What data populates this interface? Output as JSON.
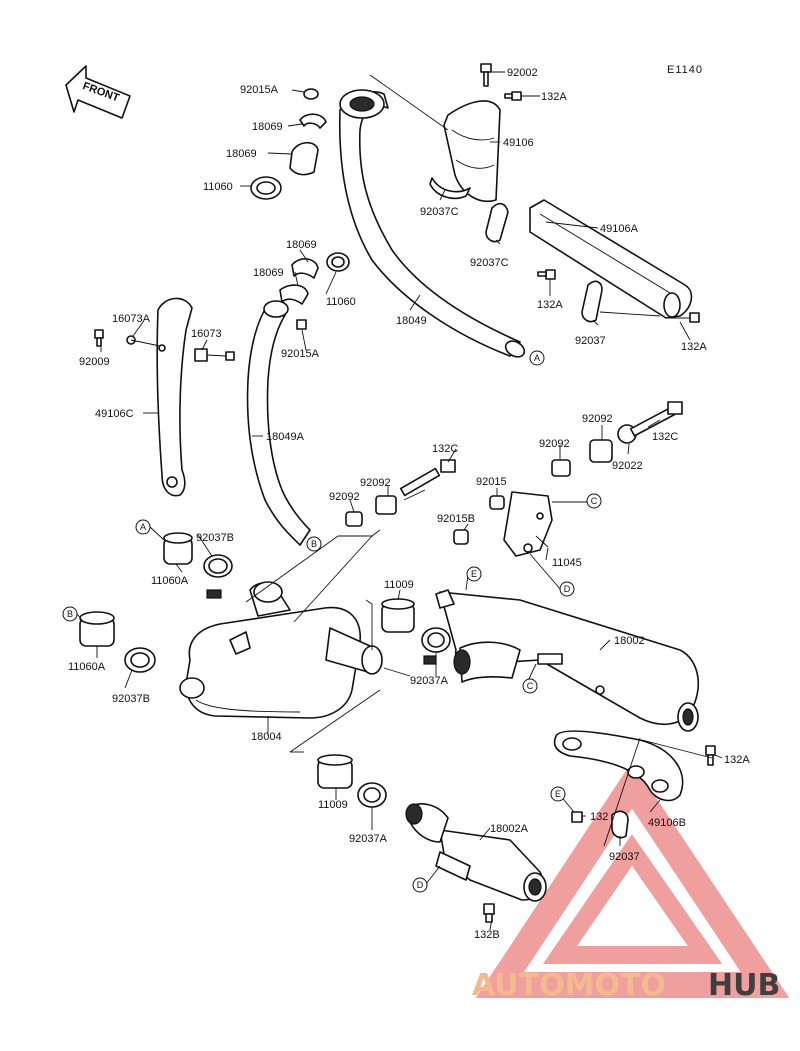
{
  "diagram": {
    "code": "E1140",
    "front_label": "FRONT",
    "labels": [
      {
        "key": "92002",
        "text": "92002"
      },
      {
        "key": "132A_top",
        "text": "132A"
      },
      {
        "key": "92015A_top",
        "text": "92015A"
      },
      {
        "key": "18069_a",
        "text": "18069"
      },
      {
        "key": "18069_b",
        "text": "18069"
      },
      {
        "key": "11060_top",
        "text": "11060"
      },
      {
        "key": "49106",
        "text": "49106"
      },
      {
        "key": "92037C_a",
        "text": "92037C"
      },
      {
        "key": "49106A",
        "text": "49106A"
      },
      {
        "key": "92037C_b",
        "text": "92037C"
      },
      {
        "key": "132A_mid",
        "text": "132A"
      },
      {
        "key": "18069_c",
        "text": "18069"
      },
      {
        "key": "18069_d",
        "text": "18069"
      },
      {
        "key": "11060_mid",
        "text": "11060"
      },
      {
        "key": "18049",
        "text": "18049"
      },
      {
        "key": "92037",
        "text": "92037"
      },
      {
        "key": "132A_right",
        "text": "132A"
      },
      {
        "key": "16073A",
        "text": "16073A"
      },
      {
        "key": "16073",
        "text": "16073"
      },
      {
        "key": "92009",
        "text": "92009"
      },
      {
        "key": "92015A_mid",
        "text": "92015A"
      },
      {
        "key": "49106C",
        "text": "49106C"
      },
      {
        "key": "18049A",
        "text": "18049A"
      },
      {
        "key": "92092_r1",
        "text": "92092"
      },
      {
        "key": "132C_r",
        "text": "132C"
      },
      {
        "key": "92092_r2",
        "text": "92092"
      },
      {
        "key": "92022",
        "text": "92022"
      },
      {
        "key": "132C_c",
        "text": "132C"
      },
      {
        "key": "92092_c1",
        "text": "92092"
      },
      {
        "key": "92092_c2",
        "text": "92092"
      },
      {
        "key": "92015",
        "text": "92015"
      },
      {
        "key": "92015B",
        "text": "92015B"
      },
      {
        "key": "11045",
        "text": "11045"
      },
      {
        "key": "92037B_a",
        "text": "92037B"
      },
      {
        "key": "11060A_a",
        "text": "11060A"
      },
      {
        "key": "11009_top",
        "text": "11009"
      },
      {
        "key": "18002",
        "text": "18002"
      },
      {
        "key": "11060A_b",
        "text": "11060A"
      },
      {
        "key": "92037B_b",
        "text": "92037B"
      },
      {
        "key": "92037A_mid",
        "text": "92037A"
      },
      {
        "key": "18004",
        "text": "18004"
      },
      {
        "key": "132A_low",
        "text": "132A"
      },
      {
        "key": "132_low",
        "text": "132"
      },
      {
        "key": "49106B",
        "text": "49106B"
      },
      {
        "key": "11009_low",
        "text": "11009"
      },
      {
        "key": "92037A_low",
        "text": "92037A"
      },
      {
        "key": "18002A",
        "text": "18002A"
      },
      {
        "key": "92037_low",
        "text": "92037"
      },
      {
        "key": "132B",
        "text": "132B"
      }
    ],
    "ref_marks": [
      {
        "key": "A_pipe",
        "text": "A"
      },
      {
        "key": "B_pipe",
        "text": "B"
      },
      {
        "key": "C_bracket",
        "text": "C"
      },
      {
        "key": "D_bracket",
        "text": "D"
      },
      {
        "key": "A_left",
        "text": "A"
      },
      {
        "key": "B_left",
        "text": "B"
      },
      {
        "key": "E_muffler",
        "text": "E"
      },
      {
        "key": "C_muffler",
        "text": "C"
      },
      {
        "key": "E_low",
        "text": "E"
      },
      {
        "key": "D_low",
        "text": "D"
      }
    ]
  },
  "watermark": {
    "text_light": "AUTOMOTO",
    "text_dark": "HUB",
    "light_color": "#f3b98f",
    "dark_color": "#3f3f3f",
    "triangle_color": "#ec7f7f"
  }
}
